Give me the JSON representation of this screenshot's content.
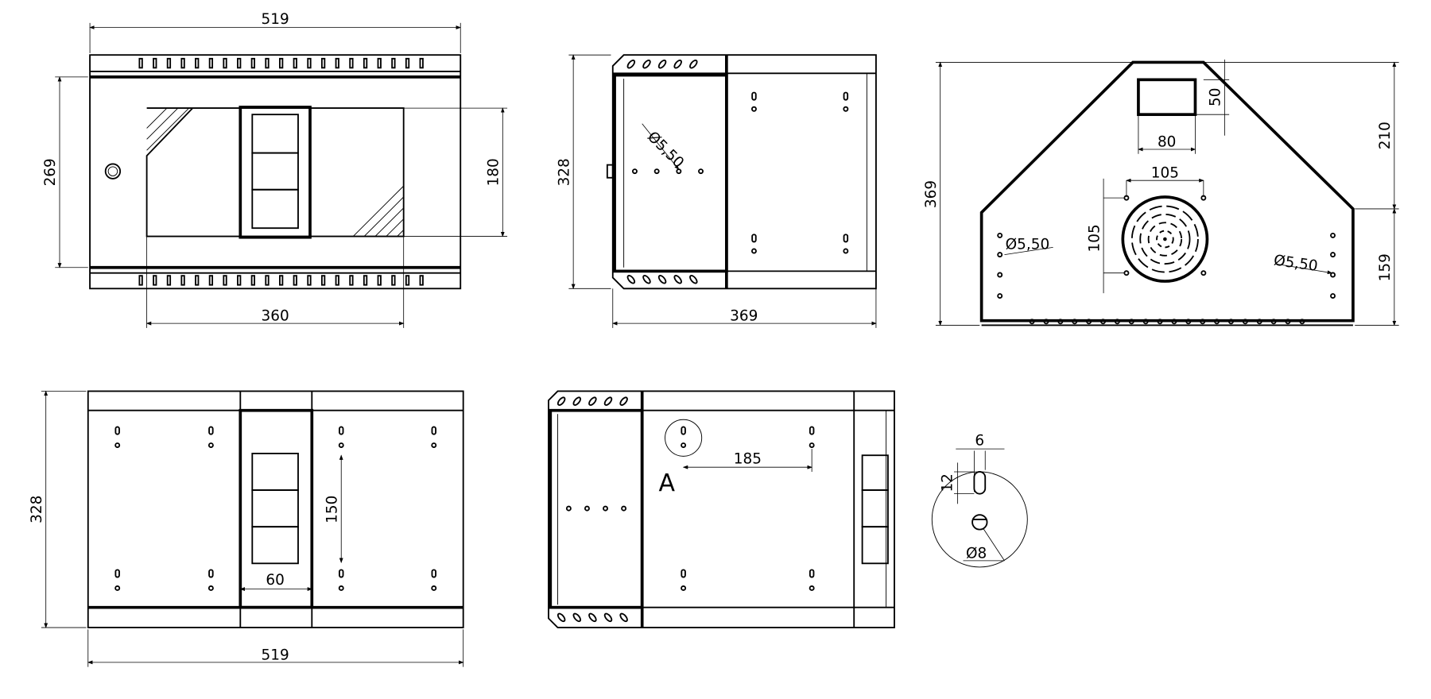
{
  "front_view": {
    "width": "519",
    "height": "269",
    "window_height": "180",
    "window_width": "360"
  },
  "side_view": {
    "height": "328",
    "depth": "369",
    "hole": "Ø5,50"
  },
  "top_view": {
    "depth": "369",
    "box_h": "50",
    "box_w": "80",
    "fan_w": "105",
    "fan_h": "105",
    "upper": "210",
    "lower": "159",
    "hole_left": "Ø5,50",
    "hole_right": "Ø5,50"
  },
  "rear_view": {
    "height": "328",
    "width": "519",
    "slot_pitch": "150",
    "panel_w": "60"
  },
  "bottom_view": {
    "spacing": "185",
    "detail_label": "A"
  },
  "detail_a": {
    "slot_w": "6",
    "slot_h": "12",
    "hole": "Ø8"
  }
}
